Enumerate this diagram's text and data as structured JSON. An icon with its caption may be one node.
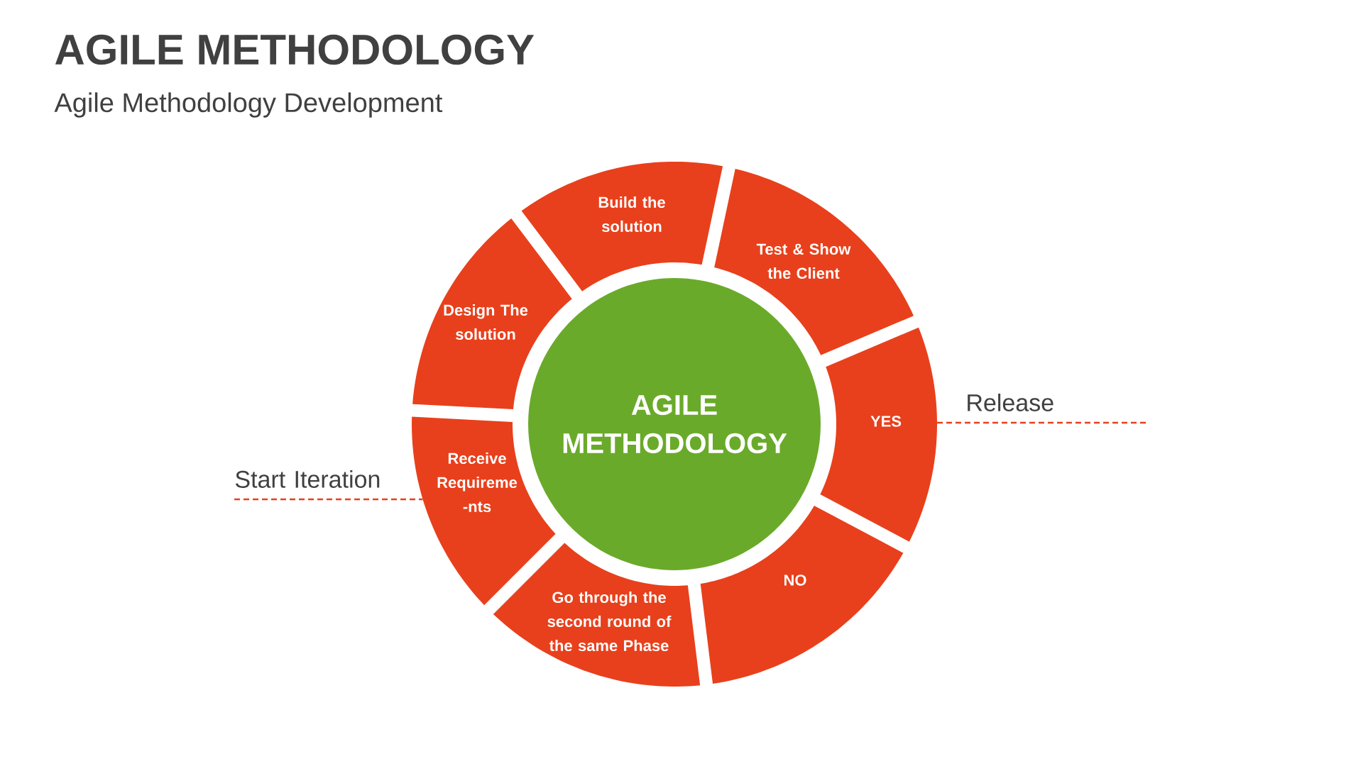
{
  "diagram": {
    "title": "AGILE METHODOLOGY",
    "nodes": [
      {
        "text": [
          "AGILE METHODOLOGY"
        ]
      },
      {
        "text": [
          "Design The solution"
        ]
      },
      {
        "text": [
          "Build the solution"
        ]
      },
      {
        "text": [
          "Test & Show the Client"
        ]
      },
      {
        "text": [
          "YES"
        ]
      },
      {
        "text": [
          "NO"
        ]
      },
      {
        "text": [
          "Go through the second round of the same Phase"
        ]
      },
      {
        "text": [
          "Receive Requireme -nts"
        ]
      },
      {
        "text": [
          "Start Iteration"
        ]
      },
      {
        "text": [
          "Release"
        ]
      }
    ],
    "edges": [
      {
        "from": 8,
        "to": 7,
        "arrow": "none",
        "style": "dashed"
      },
      {
        "from": 4,
        "to": 9,
        "arrow": "none",
        "style": "dashed"
      }
    ],
    "labels": [
      "Agile Methodology Development"
    ]
  }
}
